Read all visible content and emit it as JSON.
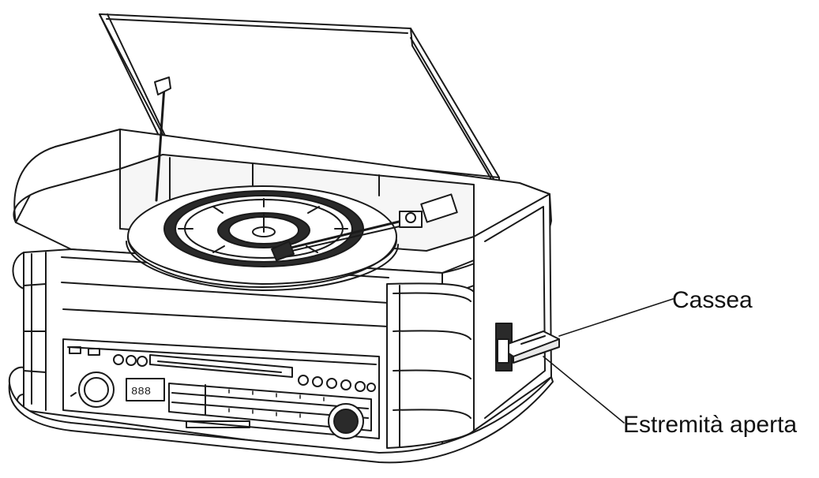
{
  "callouts": {
    "cassette": "Cassea",
    "open_end": "Estremità aperta"
  },
  "colors": {
    "ink": "#1a1a1a",
    "fill": "#ffffff",
    "shade": "#e8e8e8",
    "dark": "#2a2a2a"
  },
  "icons": [
    "turntable-illustration",
    "cassette-icon"
  ]
}
